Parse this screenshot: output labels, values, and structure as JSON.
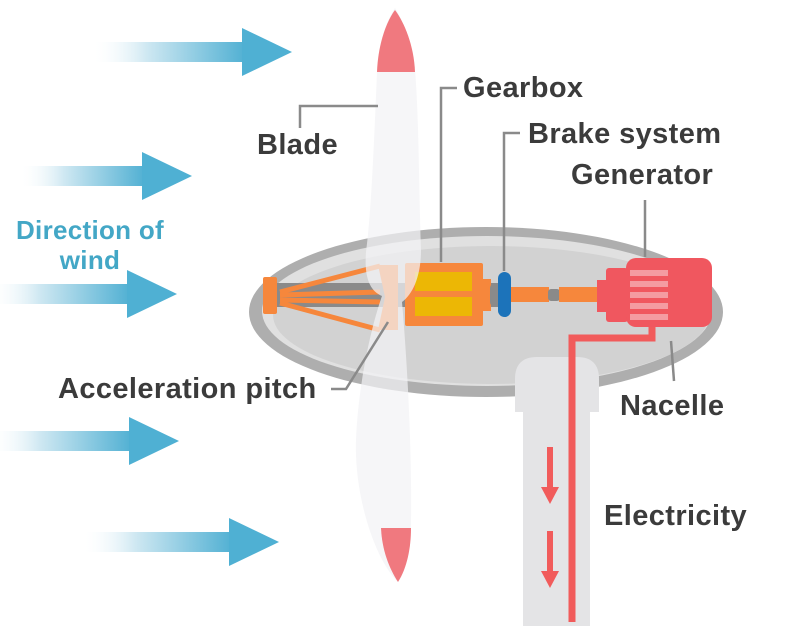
{
  "diagram": {
    "subject": "Wind turbine nacelle cutaway",
    "labels": {
      "blade": "Blade",
      "gearbox": "Gearbox",
      "brake_system": "Brake system",
      "generator": "Generator",
      "acceleration_pitch": "Acceleration pitch",
      "nacelle": "Nacelle",
      "electricity": "Electricity",
      "wind_direction_line1": "Direction of",
      "wind_direction_line2": "wind"
    },
    "icons": {
      "wind_arrow": "right-arrow",
      "electricity_flow": "down-arrow"
    },
    "colors": {
      "wind_arrow_blue": "#4fb0d3",
      "wind_text_teal": "#43a7c6",
      "label_text": "#3b3b3b",
      "leader_line_gray": "#8a8a8a",
      "nacelle_outer_gray": "#aeaeae",
      "nacelle_highlight_gray": "#e0e0e0",
      "nacelle_inner_gray": "#d2d2d2",
      "shaft_dark_gray": "#8a8a8a",
      "component_orange": "#f6873c",
      "gearbox_yellow": "#ecb705",
      "brake_blue": "#1c73ba",
      "generator_red": "#f0575f",
      "generator_stripe_pink": "#f49ba1",
      "electricity_red": "#f15b5b",
      "blade_gray": "#ededef",
      "blade_tip_pink": "#f0797f",
      "tower_gray": "#e4e4e6"
    }
  }
}
